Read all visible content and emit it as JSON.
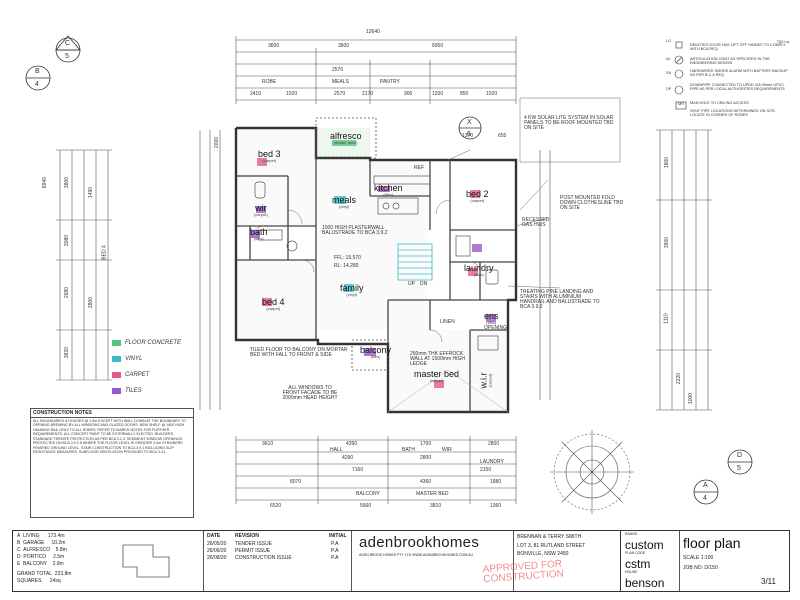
{
  "dimensions": {
    "overall_width": "12640",
    "top_left_dim": "3600",
    "top_mid_dim": "3600",
    "top_right_dim": "6950",
    "alfresco_width": "2570",
    "pantry": "PANTRY",
    "robe": "ROBE",
    "meals": "MEALS",
    "top_row_a": [
      "2410",
      "1020",
      "2570",
      "2170",
      "900",
      "1200",
      "850",
      "1020"
    ],
    "side_left": [
      "3800",
      "3080",
      "2680",
      "3820",
      "1490",
      "2800"
    ],
    "side_left_outer": "8940",
    "side_right": [
      "1800",
      "3900",
      "1110",
      "2220",
      "1000"
    ],
    "bottom_row_a": [
      "3610",
      "4390",
      "1700",
      "2800"
    ],
    "bottom_row_b": [
      "4290",
      "2800"
    ],
    "bottom_row_c": [
      "7160",
      "2150"
    ],
    "bottom_row_d": [
      "8070",
      "4360",
      "1880"
    ],
    "bottom_row_e": [
      "6520",
      "5660",
      "3810",
      "1360"
    ],
    "balcony": "BALCONY",
    "master_bed_dim": "MASTER BED",
    "laundry": "LAUNDRY",
    "hall": "HALL",
    "bath": "BATH",
    "wir": "WIR",
    "bed4_dim": "BED 4"
  },
  "rooms": [
    {
      "name": "bed 3",
      "finish": "(carpet)"
    },
    {
      "name": "alfresco",
      "finish": "(timber deck)"
    },
    {
      "name": "kitchen",
      "finish": "(tiles)"
    },
    {
      "name": "meals",
      "finish": "(vinyl)"
    },
    {
      "name": "bed 2",
      "finish": "(carpet)"
    },
    {
      "name": "bath",
      "finish": "(tiles)"
    },
    {
      "name": "wir",
      "finish": "(carpet)"
    },
    {
      "name": "family",
      "finish": "(vinyl)"
    },
    {
      "name": "bed 4",
      "finish": "(carpet)"
    },
    {
      "name": "balcony",
      "finish": "(tiles)"
    },
    {
      "name": "master bed",
      "finish": "(carpet)"
    },
    {
      "name": "w.i.r",
      "finish": "(carpet)"
    },
    {
      "name": "ens",
      "finish": "(tiles)"
    },
    {
      "name": "laundry",
      "finish": "(tiles)"
    }
  ],
  "plan_notes": {
    "balustrade": "1000 HIGH PLASTERWALL BALUSTRADE TO BCA 3.9.2",
    "ffl": "FFL: 15.570",
    "rl": "RL: 14.280",
    "tiled_floor": "TILED FLOOR TO BALCONY ON MORTAR BED WITH FALL TO FRONT & SIDE",
    "windows": "ALL WINDOWS TO FRONT FACADE TO BE 2000mm HEAD HEIGHT",
    "solar": "4 KW SOLAR LITE SYSTEM IN SOLAR PANELS TO BE ROOF MOUNTED TBD ON SITE",
    "clothesline": "POST MOUNTED FOLD DOWN CLOTHESLINE TBD ON SITE",
    "recessed_gas": "RECESSED GAS HWS",
    "stair_note": "TREATING PINE LANDING AND STAIRS WITH ALUMINIUM HANDRAIL AND BALUSTRADE TO BCA 3.9.2",
    "effrock": "250mm THK EFFROCK WALL AT 1500mm HIGH LEDGE",
    "opening": "OPENING",
    "up": "UP",
    "dn": "DN",
    "ref": "REF",
    "linen": "LINEN",
    "alfresco_side": "2000",
    "x1370": "1370",
    "x655": "655"
  },
  "legend": [
    {
      "label": "FLOOR CONCRETE",
      "color": "#5ac27b"
    },
    {
      "label": "VINYL",
      "color": "#3fb8c8"
    },
    {
      "label": "CARPET",
      "color": "#e05d8a"
    },
    {
      "label": "TILES",
      "color": "#9b59c7"
    }
  ],
  "construction_notes": {
    "heading": "CONSTRUCTION NOTES",
    "body": "ALL BOUNDARIES & HOUSES @ 1.5m EXCEPT WITH WALL DOWN AT THE BOUNDARY TO OPENING BREWING BY ALL WINDOWS AND GLAZED DOORS. NEW SHELF @ 1800 HIGH HANDING RAIL ONLY TO ALL ROBES, REFER TO MARKS NOTES FOR FURTHER REQUIREMENTS. ALL CONCEPT PAINT TO BE EXTERNALLY ELECTED. BUILDERS STANDARD TERMITE PROTECTION AS PER BCA 3.1.3. SEDIMENT WINDOW OPENINGS PROTECTED ON BCA 3.9.2.5 WHERE THE FLOOR LEVEL IS GREATER 2.0m STRAINERS FINISHED GROUND LEVEL. STAIR CONSTRUCTION TO BCA 3.9.1 INCLUDING SLIP RESISTANCE MEASURES. SUBFLOOR VENTILATION PROVIDED TO BCA 3.4.1"
  },
  "keynotes": {
    "header": "700 t.a.",
    "items": [
      "DENOTES DOOR HAS LIFT OFF HINGES TO COMPLY WITH BCA REQ.",
      "ARTICULATION JOINT AS SPECIFIED IN THE ENGINEERING DESIGN",
      "HARDWIRED SMOKE ALARM WITH BATTERY BACKUP AS PER B.C.A REQ.",
      "DOWNPIPE CONNECTED TO UPDD VIA 90mm UPVC PIPE AS PER LOCAL AUTHORITIES REQUIREMENTS",
      "MAN HOLE TO CEILING ACCESS",
      "VENT PIPE LOCATIONS DETERMINED ON SITE. LOCATE IN CORNER OF ROBES"
    ],
    "symbols": [
      "LO",
      "AJ",
      "SA",
      "DP",
      "MH"
    ]
  },
  "section_markers": [
    {
      "letter": "C",
      "num": "5"
    },
    {
      "letter": "B",
      "num": "4"
    },
    {
      "letter": "X",
      "num": "6"
    },
    {
      "letter": "D",
      "num": "5"
    },
    {
      "letter": "A",
      "num": "4"
    }
  ],
  "areas": {
    "rows": [
      {
        "k": "A",
        "n": "LIVING",
        "v": "173.4m"
      },
      {
        "k": "B",
        "n": "GARAGE",
        "v": "10.2m"
      },
      {
        "k": "C",
        "n": "ALFRESCO",
        "v": "5.8m"
      },
      {
        "k": "D",
        "n": "PORTICO",
        "v": "2.5m"
      },
      {
        "k": "E",
        "n": "BALCONY",
        "v": "2.9m"
      }
    ],
    "total_label": "GRAND TOTAL",
    "total_value": "223.8m",
    "squares_label": "SQUARES",
    "squares_value": "24sq"
  },
  "revisions": {
    "headers": [
      "DATE",
      "REVISION",
      "INITIAL"
    ],
    "rows": [
      {
        "d": "26/05/20",
        "r": "TENDER ISSUE",
        "i": "P.A"
      },
      {
        "d": "26/06/20",
        "r": "PERMIT ISSUE",
        "i": "P.A"
      },
      {
        "d": "26/08/20",
        "r": "CONSTRUCTION ISSUE",
        "i": "P.A"
      }
    ]
  },
  "company": {
    "logo": "adenbrookhomes",
    "address": "ADEN BROOK HOMES PTY LTD  WWW.ADENBROOKHOMES.COM.AU",
    "stamp": "APPROVED FOR CONSTRUCTION"
  },
  "client": {
    "name": "BRENNAN & TERRY SMITH",
    "lot": "LOT 3, 81 RUTLAND STREET",
    "suburb": "BONVILLE, NSW 2450"
  },
  "title": {
    "range_label": "RANGE",
    "range": "custom",
    "plan_label": "PLAN CODE",
    "plan_code": "cstm",
    "house_label": "HOUSE",
    "house": "benson",
    "sheet_title": "floor plan",
    "scale": "SCALE 1:100",
    "job": "JOB NO: D/150",
    "sheet": "3/11"
  }
}
